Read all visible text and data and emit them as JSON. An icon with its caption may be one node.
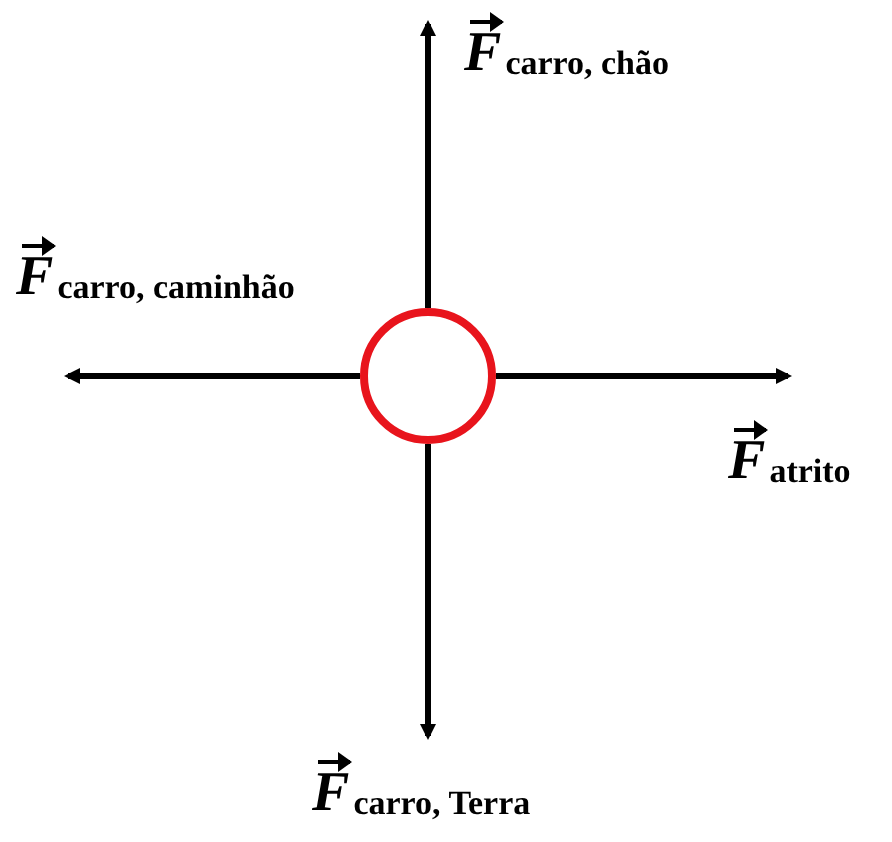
{
  "diagram": {
    "nodes": [
      {
        "text": [],
        "shape": "circle"
      }
    ],
    "labels": [
      "*F*$_{carro, chão}$",
      "*F*$_{carro, caminhão}$",
      "*F*$_{atrito}$",
      "*F*$_{carro, Terra}$"
    ]
  }
}
